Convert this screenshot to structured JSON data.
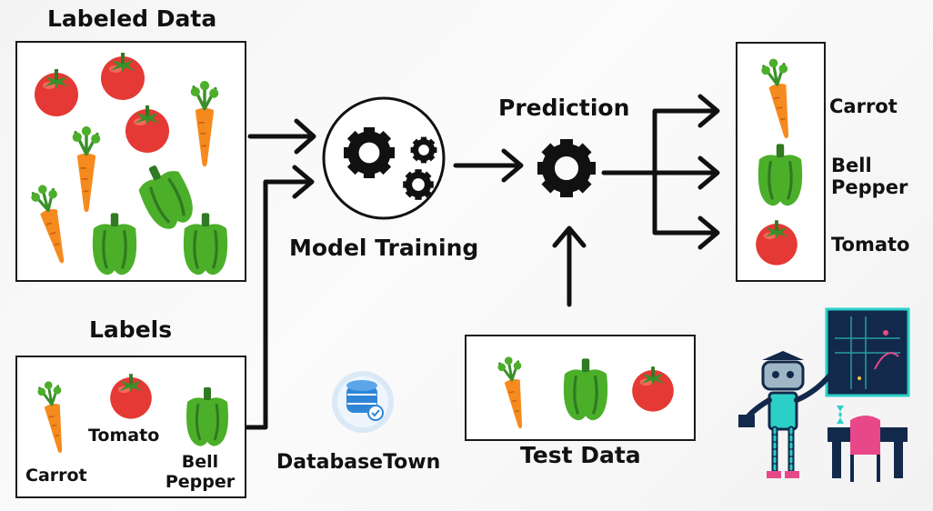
{
  "labeled_data": {
    "title": "Labeled Data"
  },
  "labels": {
    "title": "Labels",
    "items": [
      "Carrot",
      "Tomato",
      "Bell Pepper"
    ]
  },
  "model_training": {
    "label": "Model Training"
  },
  "prediction": {
    "label": "Prediction"
  },
  "output": {
    "items": [
      "Carrot",
      "Bell Pepper",
      "Tomato"
    ]
  },
  "test_data": {
    "label": "Test Data"
  },
  "brand": {
    "name": "DatabaseTown"
  },
  "colors": {
    "tomato": "#e53935",
    "carrot": "#f58a1f",
    "pepper": "#4caf2a",
    "leaf": "#3a8f2a",
    "brand_blue": "#2f86d6",
    "robot_teal": "#2ad0c8",
    "screen_navy": "#13294b",
    "chair_pink": "#e8488a"
  }
}
